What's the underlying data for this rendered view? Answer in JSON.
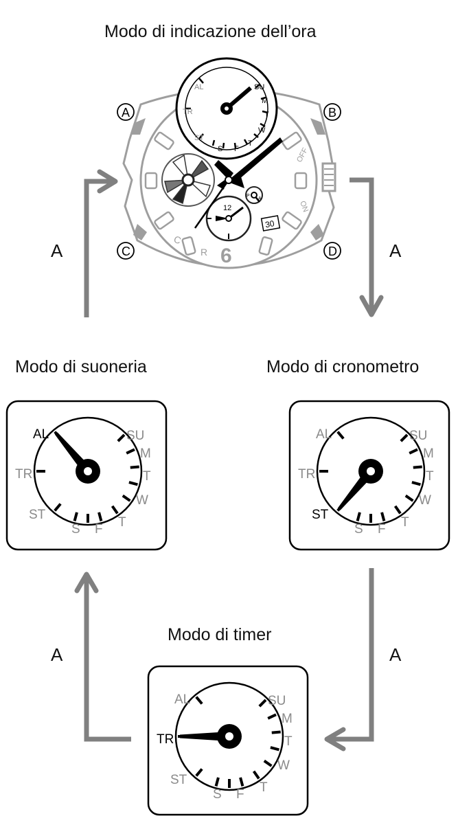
{
  "titles": {
    "timekeeping": "Modo di indicazione dell’ora",
    "alarm": "Modo di suoneria",
    "stopwatch": "Modo di cronometro",
    "timer": "Modo di timer"
  },
  "arrow_label": "A",
  "watch": {
    "buttons": {
      "a": "A",
      "b": "B",
      "c": "C",
      "d": "D"
    },
    "dial_labels": [
      "AL",
      "SU",
      "M",
      "TR",
      "T",
      "W",
      "ST",
      "S",
      "F",
      "T"
    ],
    "bezel_labels": {
      "off": "OFF",
      "on": "ON",
      "c": "C",
      "r": "R",
      "six": "6"
    },
    "subdial_number": "12",
    "indicator_p": "P",
    "indicator_a": "A",
    "date": "30"
  },
  "mode_dial_labels": {
    "al": "AL",
    "su": "SU",
    "m": "M",
    "tr": "TR",
    "t1": "T",
    "w": "W",
    "st": "ST",
    "s": "S",
    "f": "F",
    "t2": "T"
  },
  "colors": {
    "active": "#000000",
    "inactive": "#8a8a8a",
    "arrow": "#808080",
    "watch_outline": "#9e9e9e"
  }
}
